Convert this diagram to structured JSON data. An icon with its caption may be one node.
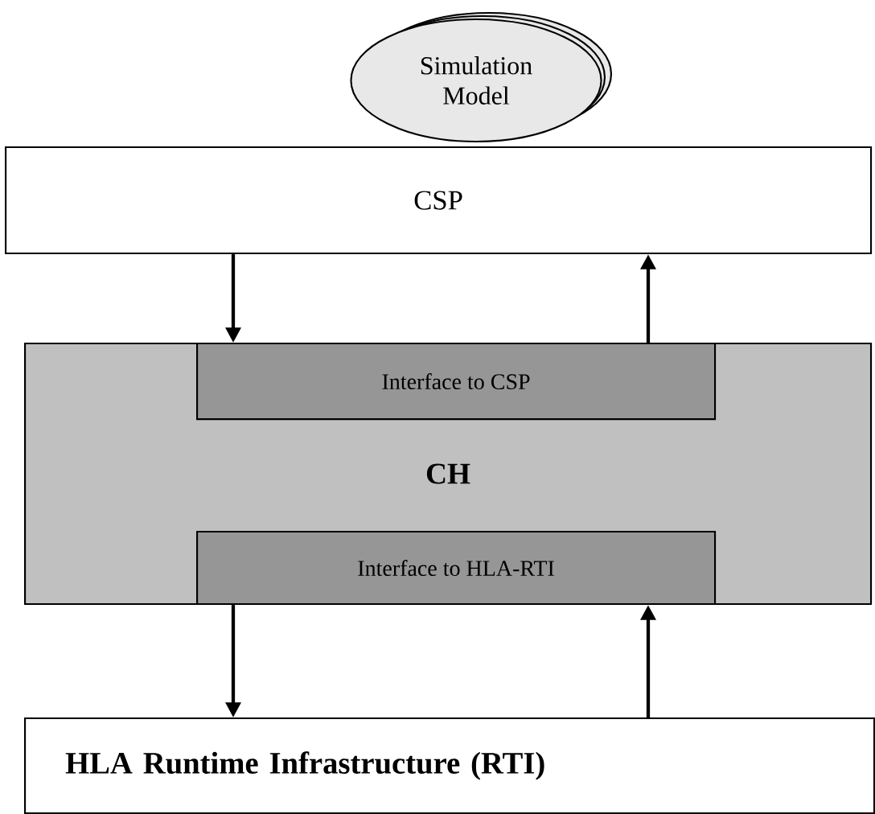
{
  "diagram": {
    "nodes": [
      {
        "text": [
          "Simulation Model"
        ]
      },
      {
        "text": [
          "CSP"
        ]
      },
      {
        "text": [
          "CH"
        ]
      },
      {
        "text": [
          "Interface to CSP"
        ],
        "in": 2
      },
      {
        "text": [
          "Interface to HLA-RTI"
        ],
        "in": 2
      },
      {
        "text": [
          "HLA Runtime Infrastructure (RTI)"
        ]
      }
    ],
    "edges": [
      {
        "from": 1,
        "to": 3,
        "arrow": "to"
      },
      {
        "from": 3,
        "to": 1,
        "arrow": "to"
      },
      {
        "from": 4,
        "to": 5,
        "arrow": "to"
      },
      {
        "from": 5,
        "to": 4,
        "arrow": "to"
      }
    ]
  }
}
